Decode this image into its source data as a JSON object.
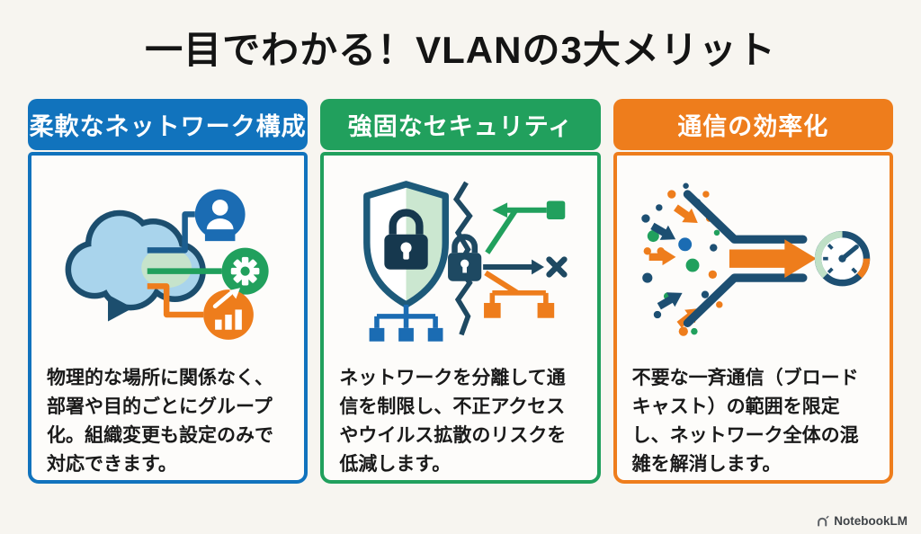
{
  "title": "一目でわかる！VLANの3大メリット",
  "cards": [
    {
      "header": "柔軟なネットワーク構成",
      "body": "物理的な場所に関係なく、部署や目的ごとにグループ化。組織変更も設定のみで対応できます。",
      "accent_color": "#1173bd",
      "icon": "cloud-network-branches-icon"
    },
    {
      "header": "強固なセキュリティ",
      "body": "ネットワークを分離して通信を制限し、不正アクセスやウイルス拡散のリスクを低減します。",
      "accent_color": "#21a05d",
      "icon": "shield-lock-network-icon"
    },
    {
      "header": "通信の効率化",
      "body": "不要な一斉通信（ブロードキャスト）の範囲を限定し、ネットワーク全体の混雑を解消します。",
      "accent_color": "#ee7d1c",
      "icon": "funnel-gauge-icon"
    }
  ],
  "watermark": {
    "label": "NotebookLM",
    "icon": "notebooklm-logo-icon"
  }
}
